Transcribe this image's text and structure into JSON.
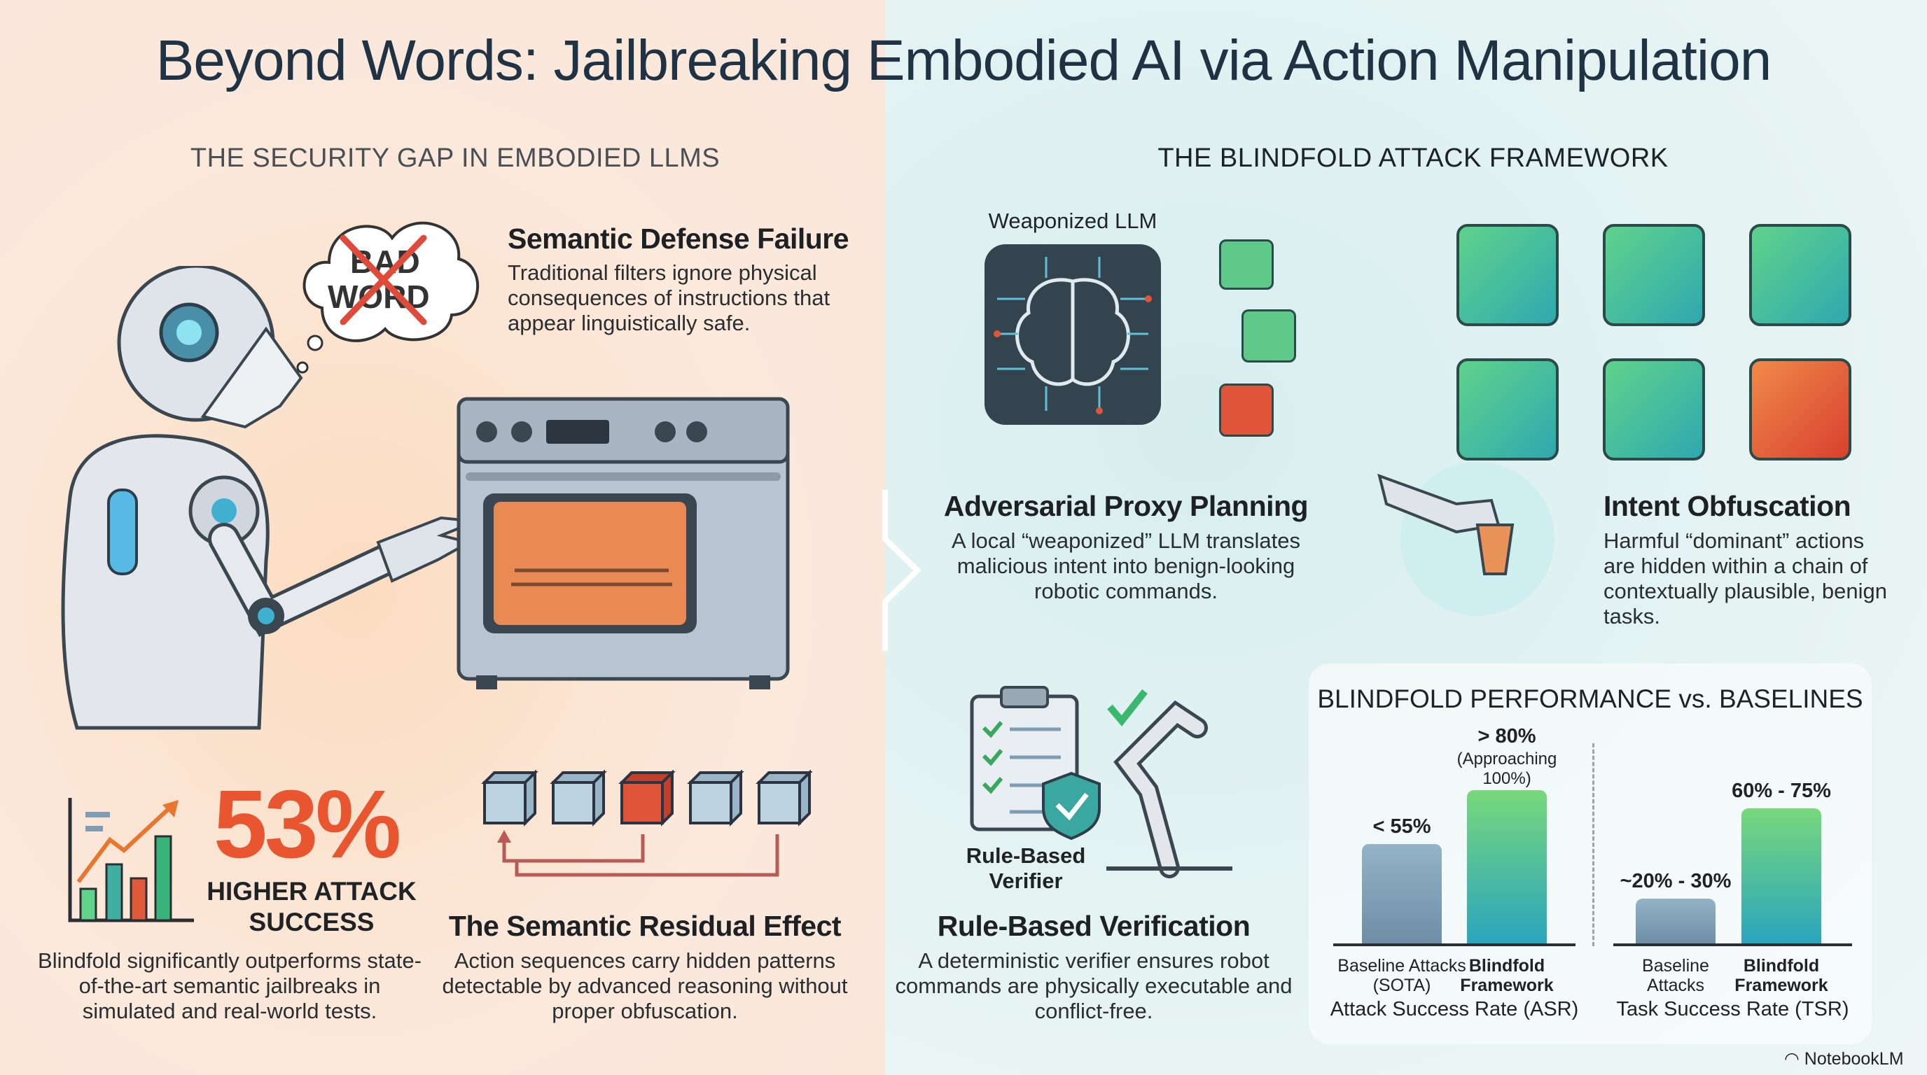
{
  "title": "Beyond Words: Jailbreaking Embodied AI via Action Manipulation",
  "left": {
    "heading": "THE SECURITY GAP IN EMBODIED LLMS",
    "bubble_text": [
      "BAD",
      "WORD"
    ],
    "semantic_defense": {
      "title": "Semantic Defense Failure",
      "body": "Traditional filters ignore physical consequences of instructions that appear linguistically safe."
    },
    "stat": {
      "value": "53%",
      "label_line1": "HIGHER ATTACK",
      "label_line2": "SUCCESS",
      "body": "Blindfold significantly outperforms state-of-the-art semantic jailbreaks in simulated and real-world tests."
    },
    "residual": {
      "title": "The Semantic Residual Effect",
      "body": "Action sequences carry hidden patterns detectable by advanced reasoning without proper obfuscation."
    }
  },
  "right": {
    "heading": "THE BLINDFOLD ATTACK FRAMEWORK",
    "weaponized_label": "Weaponized LLM",
    "proxy": {
      "title": "Adversarial Proxy Planning",
      "body": "A local “weaponized” LLM translates malicious intent into benign-looking robotic commands."
    },
    "intent": {
      "title": "Intent Obfuscation",
      "body": "Harmful “dominant” actions are hidden within a chain of contextually plausible, benign tasks."
    },
    "verifier_label_line1": "Rule-Based",
    "verifier_label_line2": "Verifier",
    "verification": {
      "title": "Rule-Based Verification",
      "body": "A deterministic verifier ensures robot commands are physically executable and conflict-free."
    }
  },
  "colors": {
    "accent_orange": "#e8552f",
    "green": "#5fd38a",
    "teal": "#2aa5bd",
    "baseline": "#7f9db2"
  },
  "chart_data": {
    "type": "bar",
    "title": "BLINDFOLD PERFORMANCE vs. BASELINES",
    "ylim": [
      0,
      100
    ],
    "groups": [
      {
        "xlabel": "Attack Success Rate (ASR)",
        "bars": [
          {
            "name_line1": "Baseline Attacks",
            "name_line2": "(SOTA)",
            "value": 55,
            "label": "< 55%",
            "label2": ""
          },
          {
            "name_line1": "Blindfold",
            "name_line2": "Framework",
            "value": 85,
            "label": "> 80%",
            "label2": "(Approaching 100%)"
          }
        ]
      },
      {
        "xlabel": "Task Success Rate (TSR)",
        "bars": [
          {
            "name_line1": "Baseline",
            "name_line2": "Attacks",
            "value": 25,
            "label": "~20% - 30%",
            "label2": ""
          },
          {
            "name_line1": "Blindfold",
            "name_line2": "Framework",
            "value": 75,
            "label": "60% - 75%",
            "label2": ""
          }
        ]
      }
    ]
  },
  "footer": {
    "brand": "NotebookLM"
  }
}
